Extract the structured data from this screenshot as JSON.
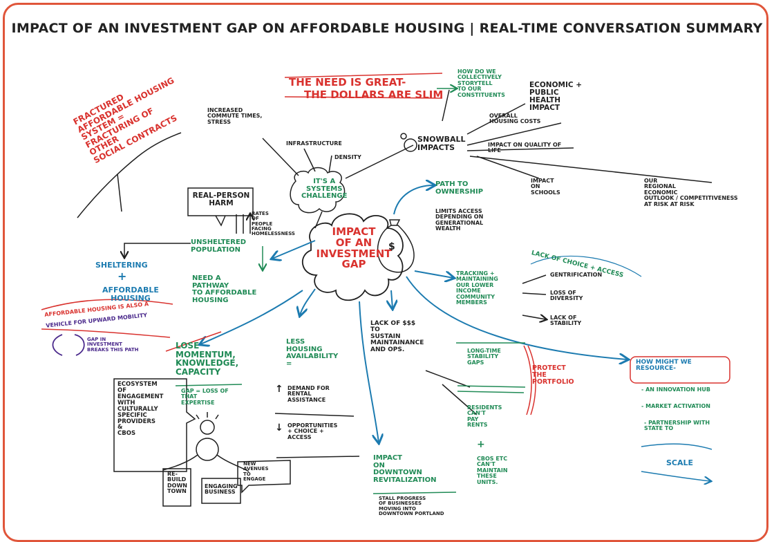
{
  "title": "IMPACT OF AN INVESTMENT GAP ON AFFORDABLE HOUSING | REAL-TIME CONVERSATION SUMMARY",
  "colors": {
    "frame": "#e0553a",
    "red": "#d9322e",
    "green": "#1f8a55",
    "blue": "#1c7bb0",
    "purple": "#4b2a8c",
    "ink": "#1f1f1f"
  },
  "center": {
    "label": "IMPACT\nOF AN\nINVESTMENT\nGAP",
    "icon": "money-bag-icon",
    "icon_glyph": "$"
  },
  "need": {
    "line1": "THE NEED IS GREAT-",
    "line2": "THE DOLLARS ARE SLIM"
  },
  "storytell": "HOW DO WE\nCOLLECTIVELY\nSTORYTELL\nTO OUR\nCONSTITUENTS",
  "snowball": {
    "label": "SNOWBALL\nIMPACTS",
    "economic": "ECONOMIC +\nPUBLIC\nHEALTH\nIMPACT",
    "overall": "OVERALL\nHOUSING COSTS",
    "quality": "IMPACT ON QUALITY OF\nLIFE",
    "schools": "IMPACT\nON\nSCHOOLS",
    "regional": "OUR\nREGIONAL\nECONOMIC\nOUTLOOK / COMPETITIVENESS\nAT RISK   AT RISK"
  },
  "systems": {
    "label": "IT'S A\nSYSTEMS\nCHALLENGE",
    "commute": "INCREASED\nCOMMUTE TIMES,\nSTRESS",
    "infrastructure": "INFRASTRUCTURE",
    "density": "DENSITY"
  },
  "fractured": "FRACTURED\nAFFORDABLE HOUSING\nSYSTEM =\nFRACTURING OF\nOTHER\nSOCIAL CONTRACTS",
  "harm": {
    "box": "REAL-PERSON\nHARM",
    "rates": "RATES\nOF\nPEOPLE\nFACING\nHOMELESSNESS",
    "unsheltered": "UNSHELTERED\nPOPULATION",
    "pathway": "NEED A\nPATHWAY\nTO AFFORDABLE\nHOUSING"
  },
  "sheltering": {
    "top": "SHELTERING",
    "plus": "+",
    "bottom": "AFFORDABLE\nHOUSING"
  },
  "vehicle": {
    "line1": "AFFORDABLE HOUSING IS ALSO A",
    "line2": "VEHICLE FOR UPWARD MOBILITY",
    "gap": "GAP IN\nINVESTMENT\nBREAKS THIS PATH"
  },
  "ownership": {
    "title": "PATH TO\nOWNERSHIP",
    "text": "LIMITS ACCESS\nDEPENDING ON\nGENERATIONAL\nWEALTH"
  },
  "tracking": {
    "text": "TRACKING +\nMAINTAINING\nOUR LOWER\nINCOME\nCOMMUNITY\nMEMBERS",
    "lack_choice": "LACK OF CHOICE + ACCESS",
    "gentrification": "GENTRIFICATION",
    "diversity": "LOSS OF\nDIVERSITY",
    "stability": "LACK OF\nSTABILITY"
  },
  "momentum": {
    "title": "LOSE\nMOMENTUM,\nKNOWLEDGE,\nCAPACITY",
    "gap": "GAP = LOSS OF\nTHAT\nEXPERTISE",
    "ecosystem": "ECOSYSTEM\nOF\nENGAGEMENT\nWITH\nCULTURALLY\nSPECIFIC\nPROVIDERS\n&\nCBOS",
    "rebuild": "RE-\nBUILD\nDOWN\nTOWN",
    "engaging": "ENGAGING\nBUSINESS",
    "avenues": "NEW\nAVENUES\nTO\nENGAGE"
  },
  "availability": {
    "title": "LESS\nHOUSING\nAVAILABILITY\n=",
    "demand_arrow": "↑",
    "demand": "DEMAND FOR\nRENTAL\nASSISTANCE",
    "opp_arrow": "↓",
    "opportunities": "OPPORTUNITIES\n+ CHOICE +\nACCESS"
  },
  "lack_funds": {
    "title": "LACK OF $$$\nTO\nSUSTAIN\nMAINTAINANCE\nAND OPS.",
    "stability": "LONG-TIME\nSTABILITY\nGAPS",
    "residents": "RESIDENTS\nCAN'T\nPAY\nRENTS",
    "plus": "+",
    "cbos": "CBOS ETC\nCAN'T\nMAINTAIN\nTHESE\nUNITS.",
    "protect": "PROTECT\nTHE\nPORTFOLIO"
  },
  "downtown": {
    "title": "IMPACT\nON\nDOWNTOWN\nREVITALIZATION",
    "text": "STALL PROGRESS\nOF BUSINESSES\nMOVING INTO\nDOWNTOWN PORTLAND"
  },
  "resource": {
    "box": "HOW MIGHT WE\nRESOURCE-",
    "item1": "- AN INNOVATION HUB",
    "item2": "- MARKET ACTIVATION",
    "item3": "- PARTNERSHIP WITH\nSTATE TO",
    "scale": "SCALE"
  }
}
